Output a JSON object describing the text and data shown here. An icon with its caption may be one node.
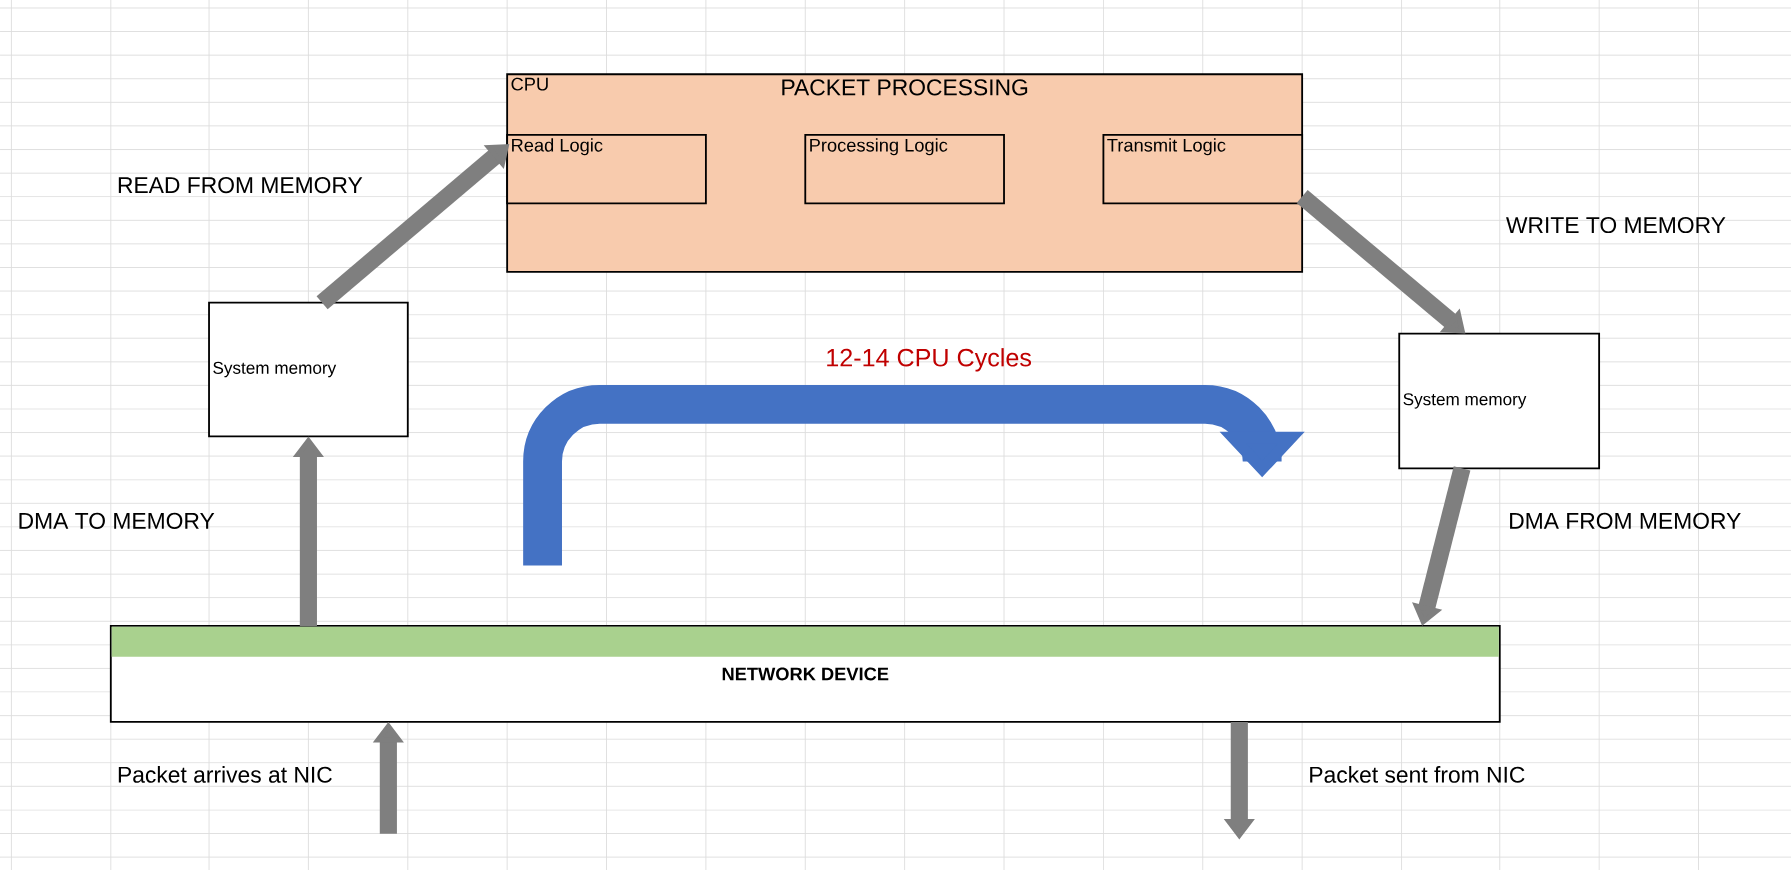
{
  "diagram": {
    "nodes": [
      {
        "text": [
          "CPU",
          "PACKET PROCESSING"
        ]
      },
      {
        "text": [
          "Read Logic"
        ],
        "in": 0
      },
      {
        "text": [
          "Processing Logic"
        ],
        "in": 0
      },
      {
        "text": [
          "Transmit Logic"
        ],
        "in": 0
      },
      {
        "text": [
          "System memory"
        ]
      },
      {
        "text": [
          "System memory"
        ]
      },
      {
        "text": [
          "NETWORK DEVICE"
        ]
      }
    ],
    "edges": [
      {
        "from": 6,
        "to": 4,
        "arrow": "to"
      },
      {
        "from": 4,
        "to": 1,
        "arrow": "to"
      },
      {
        "from": 3,
        "to": 5,
        "arrow": "to"
      },
      {
        "from": 5,
        "to": 6,
        "arrow": "to"
      },
      {
        "from": null,
        "to": 6,
        "arrow": "to"
      },
      {
        "from": 6,
        "to": null,
        "arrow": "to"
      }
    ],
    "labels": [
      "READ FROM MEMORY",
      "WRITE TO MEMORY",
      "12-14 CPU Cycles",
      "DMA TO MEMORY",
      "DMA FROM MEMORY",
      "Packet arrives at NIC",
      "Packet sent from NIC"
    ]
  }
}
